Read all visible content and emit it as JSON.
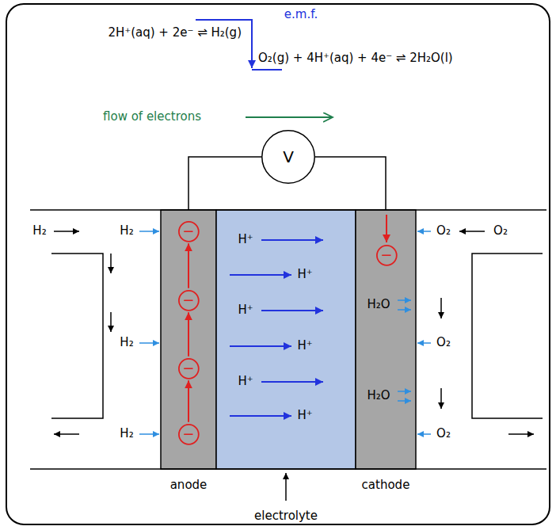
{
  "diagram": {
    "nodes": [
      {
        "text": [
          "V"
        ]
      },
      {
        "text": [
          "anode"
        ]
      },
      {
        "text": [
          "−"
        ],
        "in": 1
      },
      {
        "text": [
          "−"
        ],
        "in": 1
      },
      {
        "text": [
          "−"
        ],
        "in": 1
      },
      {
        "text": [
          "−"
        ],
        "in": 1
      },
      {
        "text": [
          "H⁺",
          "H⁺",
          "H⁺",
          "H⁺",
          "H⁺",
          "H⁺",
          "electrolyte"
        ]
      },
      {
        "text": [
          "cathode"
        ]
      },
      {
        "text": [
          "−"
        ],
        "in": 7
      }
    ],
    "edges": [
      {
        "from": 1,
        "to": 0,
        "arrow": "none"
      },
      {
        "from": 0,
        "to": 7,
        "arrow": "none"
      },
      {
        "from": 5,
        "to": 4,
        "arrow": "to"
      },
      {
        "from": 4,
        "to": 3,
        "arrow": "to"
      },
      {
        "from": 3,
        "to": 2,
        "arrow": "to"
      }
    ],
    "labels": [
      "2H⁺(aq) + 2e⁻ ⇌ H₂(g)",
      "e.m.f.",
      "O₂(g) + 4H⁺(aq) + 4e⁻ ⇌ 2H₂O(l)",
      "flow of electrons",
      "H₂",
      "H₂",
      "O₂",
      "O₂",
      "H₂O",
      "H₂",
      "O₂",
      "H₂O",
      "H₂",
      "O₂"
    ]
  }
}
